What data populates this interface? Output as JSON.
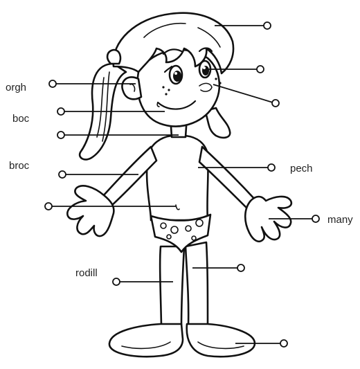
{
  "labels": {
    "ear": "orgh",
    "mouth": "boc",
    "arm": "broc",
    "chest": "pech",
    "hand": "many",
    "knee": "rodill"
  }
}
